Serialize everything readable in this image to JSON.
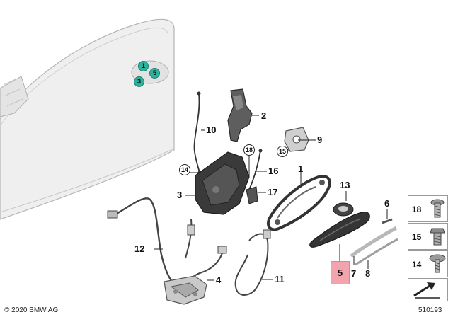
{
  "callouts": {
    "c1": "1",
    "c2": "2",
    "c3": "3",
    "c4": "4",
    "c6": "6",
    "c7": "7",
    "c8": "8",
    "c9": "9",
    "c10": "10",
    "c11": "11",
    "c12": "12",
    "c13": "13",
    "c16": "16",
    "c17": "17"
  },
  "circled": {
    "c14": "14",
    "c15": "15",
    "c18": "18"
  },
  "door_markers": {
    "m1": "1",
    "m5": "5",
    "m3": "3"
  },
  "highlight": {
    "label": "5",
    "color": "#f2a3ad"
  },
  "legend": [
    {
      "label": "18"
    },
    {
      "label": "15"
    },
    {
      "label": "14"
    }
  ],
  "footer": {
    "copyright": "© 2020 BMW AG",
    "document_number": "510193"
  },
  "colors": {
    "marker_teal": "#2bb39f",
    "door_fill": "#efefef",
    "line": "#333333"
  }
}
